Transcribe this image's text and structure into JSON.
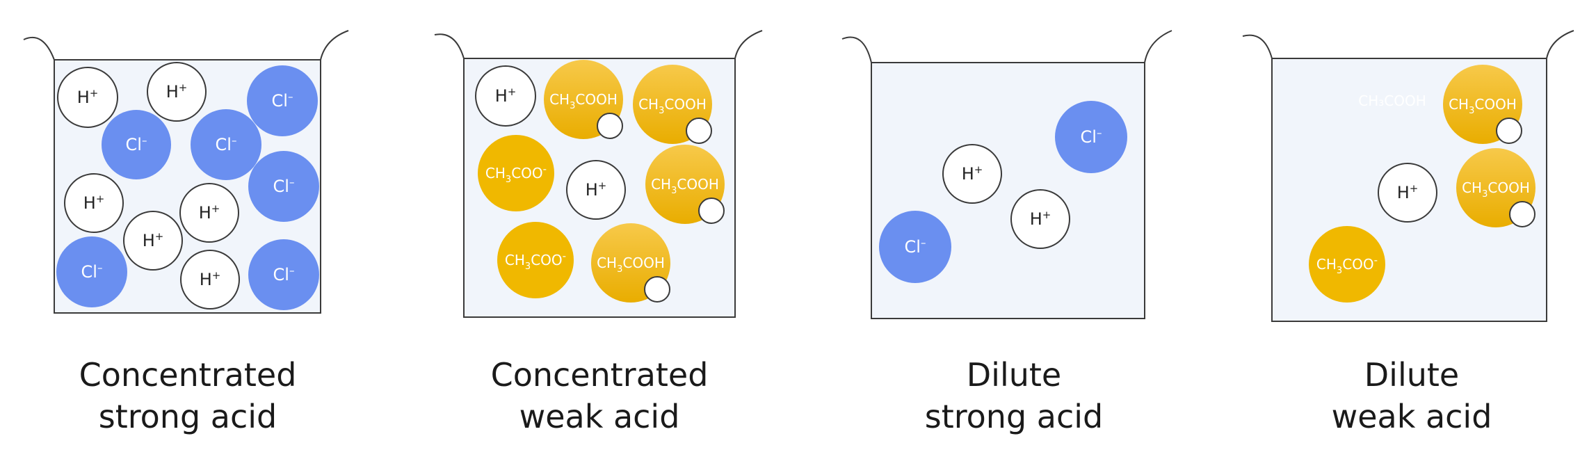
{
  "colors": {
    "beaker_fill": "#f1f5fb",
    "outline": "#3a3a3a",
    "chloride": "#6a8ff0",
    "acetic_gradient_top": "#f7c94a",
    "acetic_gradient_bottom": "#e9ad00",
    "acetate": "#f0b800"
  },
  "species": {
    "h": {
      "base": "H",
      "sup": "+"
    },
    "cl": {
      "base": "Cl",
      "sup": "–"
    },
    "ch3cooh": {
      "a": "CH",
      "sub": "3",
      "b": "COOH"
    },
    "ch3coo": {
      "a": "CH",
      "sub": "3",
      "b": "COO",
      "sup": "-"
    }
  },
  "panels": [
    {
      "id": "concentrated-strong",
      "caption_lines": [
        "Concentrated",
        "strong acid"
      ],
      "ions": [
        {
          "type": "h"
        },
        {
          "type": "h"
        },
        {
          "type": "cl"
        },
        {
          "type": "cl"
        },
        {
          "type": "cl"
        },
        {
          "type": "cl"
        },
        {
          "type": "h"
        },
        {
          "type": "h"
        },
        {
          "type": "h"
        },
        {
          "type": "cl"
        },
        {
          "type": "h"
        },
        {
          "type": "cl"
        }
      ]
    },
    {
      "id": "concentrated-weak",
      "caption_lines": [
        "Concentrated",
        "weak acid"
      ],
      "ions": [
        {
          "type": "h"
        },
        {
          "type": "ch3cooh"
        },
        {
          "type": "ch3cooh"
        },
        {
          "type": "ch3coo"
        },
        {
          "type": "h"
        },
        {
          "type": "ch3cooh"
        },
        {
          "type": "ch3coo"
        },
        {
          "type": "ch3cooh"
        }
      ]
    },
    {
      "id": "dilute-strong",
      "caption_lines": [
        "Dilute",
        "strong acid"
      ],
      "ions": [
        {
          "type": "cl"
        },
        {
          "type": "h"
        },
        {
          "type": "h"
        },
        {
          "type": "cl"
        }
      ]
    },
    {
      "id": "dilute-weak",
      "caption_lines": [
        "Dilute",
        "weak acid"
      ],
      "ions": [
        {
          "type": "ghost",
          "text": "CH₃COOH"
        },
        {
          "type": "ch3cooh"
        },
        {
          "type": "h"
        },
        {
          "type": "ch3cooh"
        },
        {
          "type": "ch3coo"
        }
      ]
    }
  ]
}
